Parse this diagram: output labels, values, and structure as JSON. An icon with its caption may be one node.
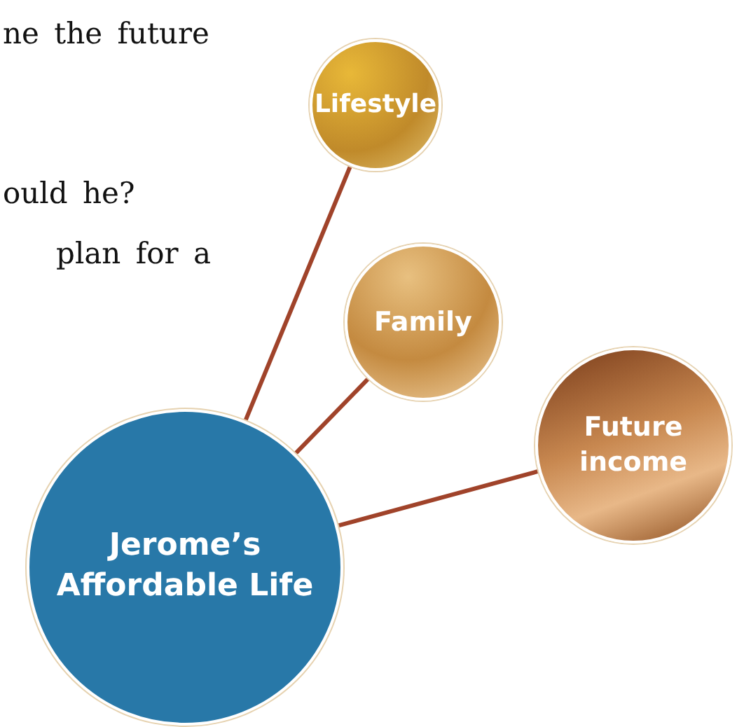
{
  "diagram": {
    "nodes": [
      {
        "text": [
          "Jerome’s Affordable Life"
        ]
      },
      {
        "text": [
          "Lifestyle"
        ]
      },
      {
        "text": [
          "Family"
        ]
      },
      {
        "text": [
          "Future income"
        ]
      }
    ],
    "edges": [
      {
        "from": 0,
        "to": 1,
        "arrow": "none"
      },
      {
        "from": 0,
        "to": 2,
        "arrow": "none"
      },
      {
        "from": 0,
        "to": 3,
        "arrow": "none"
      }
    ],
    "labels": [
      "ne the future",
      "ould he?",
      "plan for a"
    ]
  }
}
